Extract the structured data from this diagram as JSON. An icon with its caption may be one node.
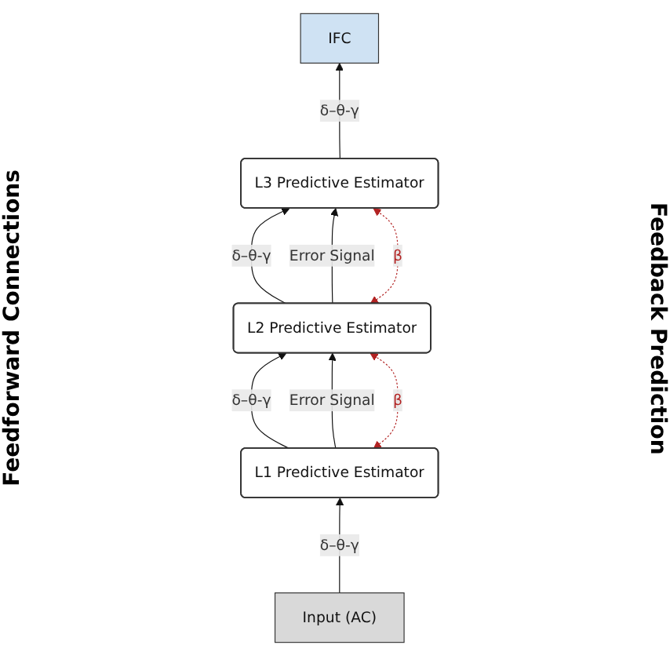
{
  "diagram": {
    "nodes": [
      {
        "text": [
          "IFC"
        ]
      },
      {
        "text": [
          "L3 Predictive Estimator"
        ]
      },
      {
        "text": [
          "L2 Predictive Estimator"
        ]
      },
      {
        "text": [
          "L1 Predictive Estimator"
        ]
      },
      {
        "text": [
          "Input (AC)"
        ]
      }
    ],
    "edges": [
      {
        "from": 4,
        "to": 3,
        "arrow": "to",
        "label": "δ–θ-γ"
      },
      {
        "from": 3,
        "to": 2,
        "arrow": "to",
        "label": "δ–θ-γ"
      },
      {
        "from": 2,
        "to": 1,
        "arrow": "to",
        "label": "δ–θ-γ"
      },
      {
        "from": 1,
        "to": 0,
        "arrow": "to",
        "label": "δ–θ-γ"
      },
      {
        "from": 3,
        "to": 2,
        "arrow": "to",
        "label": "Error Signal"
      },
      {
        "from": 2,
        "to": 1,
        "arrow": "to",
        "label": "Error Signal"
      },
      {
        "from": 2,
        "to": 1,
        "arrow": "both",
        "label": "β",
        "style": "dashed",
        "color": "#b22222"
      },
      {
        "from": 3,
        "to": 2,
        "arrow": "both",
        "label": "β",
        "style": "dashed",
        "color": "#b22222"
      }
    ],
    "labels": [
      "Feedforward Connections",
      "Feedback Prediction"
    ]
  }
}
